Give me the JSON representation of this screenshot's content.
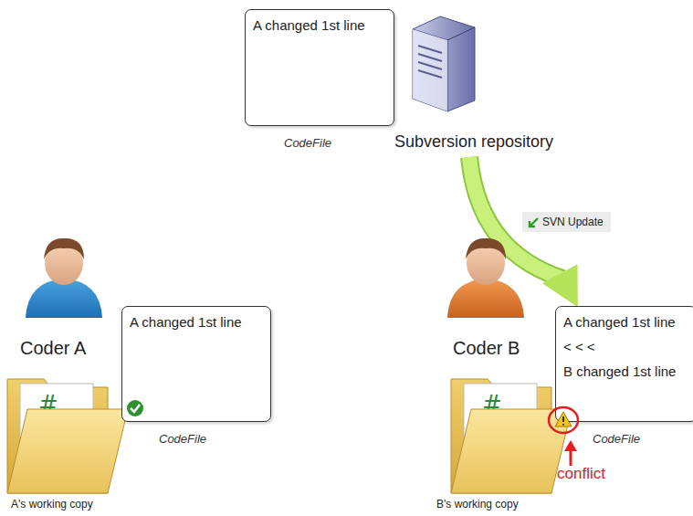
{
  "diagram": {
    "nodes": [
      {
        "text": [
          "A changed 1st line",
          "CodeFile"
        ]
      },
      {
        "text": [
          "Subversion repository"
        ]
      },
      {
        "text": [
          "A changed 1st line",
          "CodeFile"
        ]
      },
      {
        "text": [
          "A changed 1st line",
          "< < <",
          "B changed 1st line",
          "CodeFile"
        ]
      }
    ],
    "edges": [
      {
        "from": 1,
        "to": 3,
        "arrow": "to",
        "label": "SVN Update"
      }
    ],
    "labels": [
      "Coder A",
      "A's working copy",
      "Coder B",
      "B's working copy",
      "conflict"
    ]
  }
}
